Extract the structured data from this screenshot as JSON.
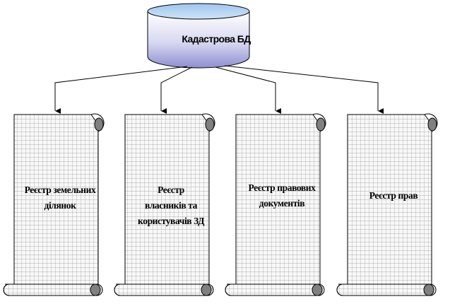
{
  "database": {
    "label": "Кадастрова БД"
  },
  "registries": [
    {
      "label": "Реєстр земельних\nділянок"
    },
    {
      "label": "Реєстр\nвласників та\nкористувачів ЗД"
    },
    {
      "label": "Реєстр правових\nдокументів"
    },
    {
      "label": "Реєстр прав"
    }
  ],
  "colors": {
    "cylinder_top": "#b9d6f3",
    "cylinder_body_light": "#ffffff",
    "cylinder_body_dark": "#8f8fd0",
    "scroll_fill": "#f8f8f8",
    "grid_line": "#9a9a9a",
    "curl_fill": "#808080",
    "stroke": "#000000"
  }
}
